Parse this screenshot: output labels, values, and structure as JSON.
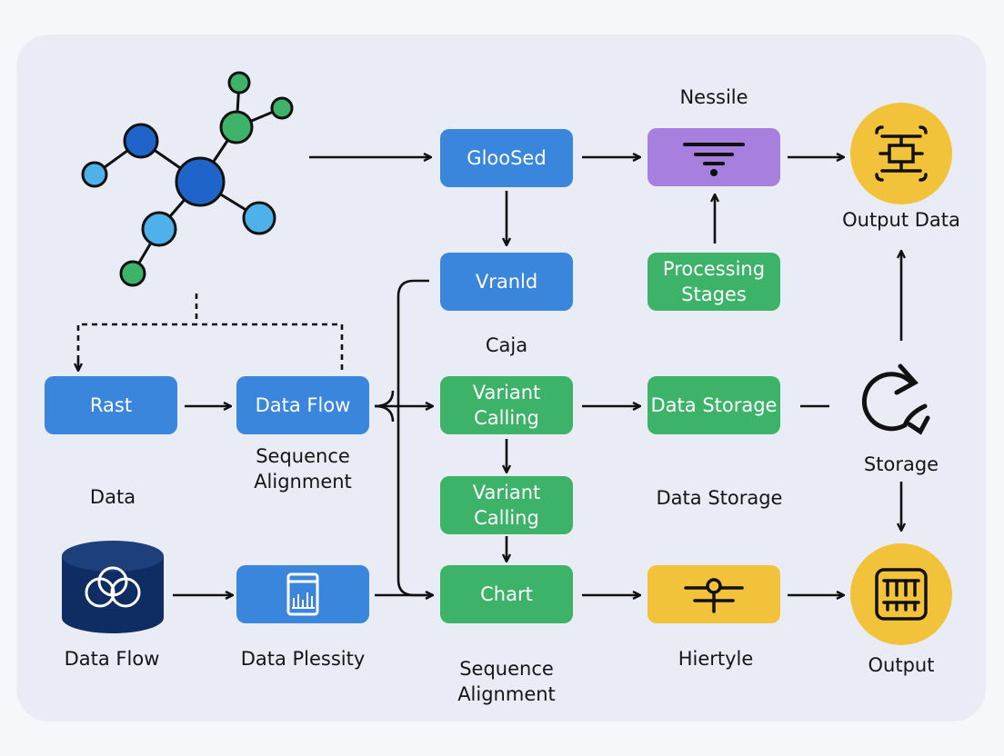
{
  "boxes": {
    "rast": "Rast",
    "data_flow": "Data Flow",
    "gloosed": "GlooSed",
    "vranld": "Vranld",
    "variant_calling_1": "Variant\nCalling",
    "variant_calling_2": "Variant\nCalling",
    "chart": "Chart",
    "data_storage": "Data Storage",
    "processing_stages": "Processing\nStages"
  },
  "labels": {
    "nessile": "Nessile",
    "output_data": "Output Data",
    "caja": "Caja",
    "sequence_alignment_1": "Sequence\nAlignment",
    "data": "Data",
    "data_storage": "Data Storage",
    "storage": "Storage",
    "data_flow": "Data Flow",
    "data_plessity": "Data Plessity",
    "sequence_alignment_2": "Sequence\nAlignment",
    "hiertyle": "Hiertyle",
    "output": "Output"
  },
  "icons": [
    "molecule-icon",
    "funnel-icon",
    "output-data-icon",
    "refresh-icon",
    "database-icon",
    "document-chart-icon",
    "slider-icon",
    "output-icon"
  ],
  "colors": {
    "blue": "#3a86dd",
    "green": "#3db36a",
    "purple": "#a77fde",
    "yellow": "#f2c33a",
    "navy": "#0f2d63"
  }
}
